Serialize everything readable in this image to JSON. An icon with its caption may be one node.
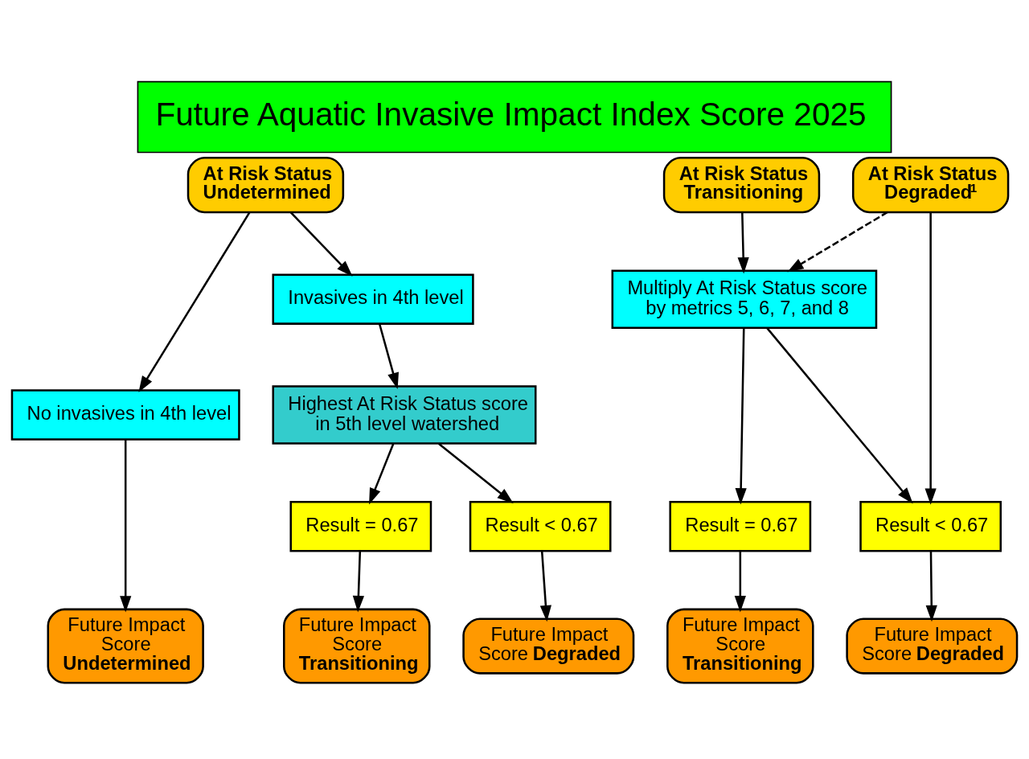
{
  "diagram": {
    "title": "Future Aquatic Invasive Impact Index Score 2025",
    "nodes": [
      {
        "text": [
          "At Risk Status Undetermined"
        ]
      },
      {
        "text": [
          "At Risk Status Transitioning"
        ]
      },
      {
        "text": [
          "At Risk Status Degraded$^{1}$"
        ]
      },
      {
        "text": [
          "No invasives in 4th level"
        ]
      },
      {
        "text": [
          "Invasives in 4th level"
        ]
      },
      {
        "text": [
          "Multiply At Risk Status score by metrics 5, 6, 7, and 8"
        ]
      },
      {
        "text": [
          "Highest At Risk Status score in 5th level watershed"
        ]
      },
      {
        "text": [
          "Result = 0.67"
        ]
      },
      {
        "text": [
          "Result < 0.67"
        ]
      },
      {
        "text": [
          "Result = 0.67"
        ]
      },
      {
        "text": [
          "Result < 0.67"
        ]
      },
      {
        "text": [
          "Future Impact Score **Undetermined**"
        ]
      },
      {
        "text": [
          "Future Impact Score **Transitioning**"
        ]
      },
      {
        "text": [
          "Future Impact Score **Degraded**"
        ]
      },
      {
        "text": [
          "Future Impact Score **Transitioning**"
        ]
      },
      {
        "text": [
          "Future Impact Score **Degraded**"
        ]
      }
    ],
    "edges": [
      {
        "from": 0,
        "to": 3,
        "arrow": "to"
      },
      {
        "from": 0,
        "to": 4,
        "arrow": "to"
      },
      {
        "from": 1,
        "to": 5,
        "arrow": "to"
      },
      {
        "from": 2,
        "to": 5,
        "arrow": "to",
        "style": "dashed"
      },
      {
        "from": 2,
        "to": 10,
        "arrow": "to"
      },
      {
        "from": 4,
        "to": 6,
        "arrow": "to"
      },
      {
        "from": 3,
        "to": 11,
        "arrow": "to"
      },
      {
        "from": 6,
        "to": 7,
        "arrow": "to"
      },
      {
        "from": 6,
        "to": 8,
        "arrow": "to"
      },
      {
        "from": 5,
        "to": 9,
        "arrow": "to"
      },
      {
        "from": 5,
        "to": 10,
        "arrow": "to"
      },
      {
        "from": 7,
        "to": 12,
        "arrow": "to"
      },
      {
        "from": 8,
        "to": 13,
        "arrow": "to"
      },
      {
        "from": 9,
        "to": 14,
        "arrow": "to"
      },
      {
        "from": 10,
        "to": 15,
        "arrow": "to"
      }
    ]
  }
}
